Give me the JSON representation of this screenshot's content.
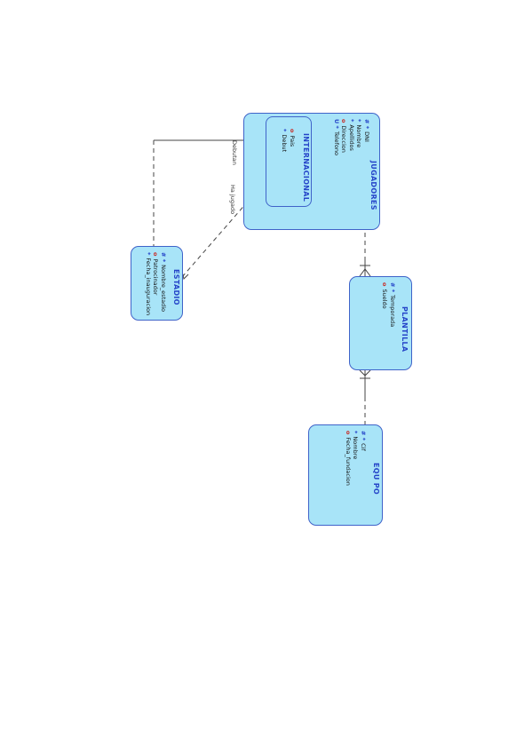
{
  "entities": {
    "jugadores": {
      "title": "JUGADORES",
      "attributes": [
        {
          "marker": "# *",
          "name": "DNI"
        },
        {
          "marker": "*",
          "name": "Nombre"
        },
        {
          "marker": "*",
          "name": "Apellidos"
        },
        {
          "marker": "o",
          "name": "Direccion"
        },
        {
          "marker": "U *",
          "name": "Telefono"
        }
      ]
    },
    "internacional": {
      "title": "INTERNACIONAL",
      "attributes": [
        {
          "marker": "o",
          "name": "Pais"
        },
        {
          "marker": "*",
          "name": "Debut"
        }
      ]
    },
    "plantilla": {
      "title": "PLANTILLA",
      "attributes": [
        {
          "marker": "# *",
          "name": "Temporada"
        },
        {
          "marker": "o",
          "name": "Sueldo"
        }
      ]
    },
    "equipo": {
      "title": "EQU PO",
      "attributes": [
        {
          "marker": "# *",
          "name": "Cif"
        },
        {
          "marker": "*",
          "name": "Nombre"
        },
        {
          "marker": "o",
          "name": "Fecha_fundacion"
        }
      ]
    },
    "estadio": {
      "title": "ESTADIO",
      "attributes": [
        {
          "marker": "# *",
          "name": "Nombre_estadio"
        },
        {
          "marker": "o",
          "name": "Patrocinador"
        },
        {
          "marker": "*",
          "name": "Fecha_inauguracion"
        }
      ]
    }
  },
  "relationships": {
    "debutan": "Debutan",
    "ha_jugado": "Ha jugado"
  },
  "colors": {
    "entity_fill": "#a8e4f8",
    "entity_border": "#3f63c9",
    "title": "#2544c8",
    "optional_marker": "#c8322d",
    "line": "#444444"
  }
}
